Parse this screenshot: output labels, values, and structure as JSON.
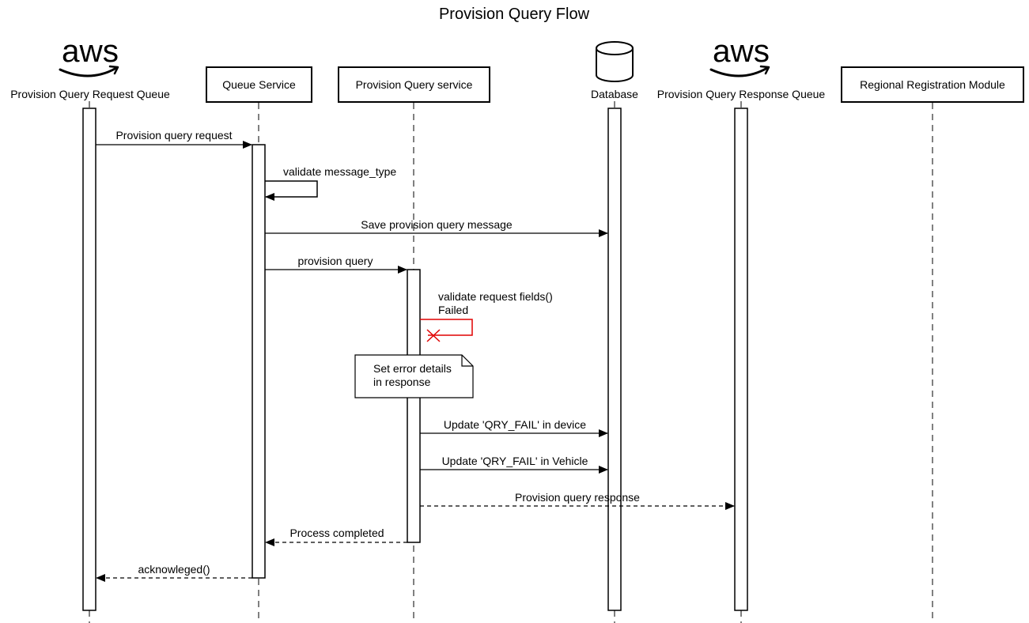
{
  "title": "Provision Query Flow",
  "participants": [
    {
      "id": "request-queue",
      "label": "Provision Query Request Queue",
      "kind": "aws",
      "logo_text": "aws"
    },
    {
      "id": "queue-service",
      "label": "Queue Service",
      "kind": "box"
    },
    {
      "id": "provision-query-service",
      "label": "Provision Query service",
      "kind": "box"
    },
    {
      "id": "database",
      "label": "Database",
      "kind": "database"
    },
    {
      "id": "response-queue",
      "label": "Provision Query Response Queue",
      "kind": "aws",
      "logo_text": "aws"
    },
    {
      "id": "regional-registration-module",
      "label": "Regional Registration Module",
      "kind": "box"
    }
  ],
  "messages": [
    {
      "label": "Provision query request"
    },
    {
      "label": "validate message_type"
    },
    {
      "label": "Save provision query message"
    },
    {
      "label": "provision query"
    },
    {
      "label": "validate request fields()",
      "label2": "Failed"
    },
    {
      "label": "Update 'QRY_FAIL' in device"
    },
    {
      "label": "Update 'QRY_FAIL' in Vehicle"
    },
    {
      "label": "Provision query response"
    },
    {
      "label": "Process completed"
    },
    {
      "label": "acknowleged()"
    }
  ],
  "note": {
    "lines": [
      "Set error details",
      "in response"
    ]
  },
  "colors": {
    "line": "#000000",
    "failure": "#e00000",
    "background": "#ffffff"
  }
}
